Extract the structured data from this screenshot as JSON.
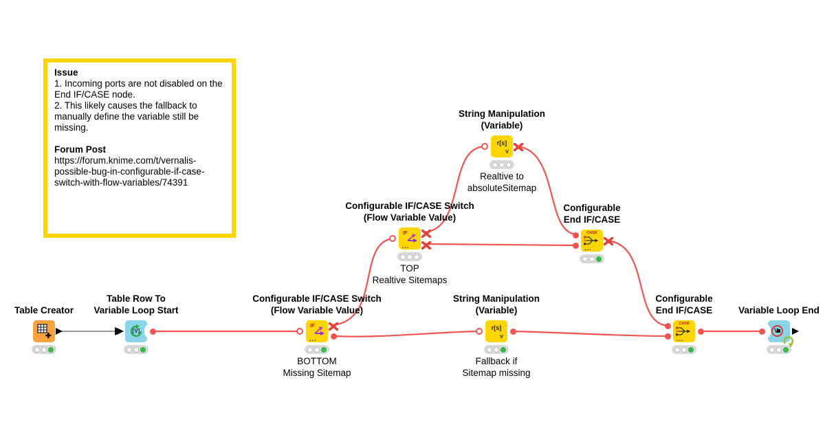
{
  "colors": {
    "connection_flow_variable": "#F1544E",
    "connection_data": "#9B9B9B",
    "node_yellow": "#FFD504",
    "node_orange": "#F7A23D",
    "node_cyan": "#8BD4E7",
    "annotation_border": "#FFD500",
    "status_executed_green": "#3EB648"
  },
  "annotation": {
    "lines": [
      {
        "text": "Issue"
      },
      {
        "text": "1. Incoming ports are not disabled on the"
      },
      {
        "text": "End IF/CASE node."
      },
      {
        "text": "2. This likely causes the fallback to"
      },
      {
        "text": "manually define the variable still be"
      },
      {
        "text": "missing."
      },
      {
        "text": ""
      },
      {
        "text": "Forum Post"
      },
      {
        "text": "https://forum.knime.com/t/vernalis-"
      },
      {
        "text": "possible-bug-in-configurable-if-case-"
      },
      {
        "text": "switch-with-flow-variables/74391"
      }
    ]
  },
  "nodes": {
    "table_creator": {
      "title1": "Table Creator",
      "title2": "",
      "comment1": "",
      "comment2": "",
      "icon": "table-plus-icon",
      "status_dot": "green"
    },
    "loop_start": {
      "title1": "Table Row To",
      "title2": "Variable Loop Start",
      "comment1": "",
      "comment2": "",
      "icon": "loop-start-icon",
      "icon_label": "[V]",
      "status_dot": "green"
    },
    "bottom_switch": {
      "title1": "Configurable IF/CASE Switch",
      "title2": "(Flow Variable Value)",
      "comment1": "BOTTOM",
      "comment2": "Missing Sitemap",
      "icon": "if-case-switch-icon",
      "icon_label": "IF",
      "icon_dots": "...",
      "status_dot": "green"
    },
    "top_switch": {
      "title1": "Configurable IF/CASE Switch",
      "title2": "(Flow Variable Value)",
      "comment1": "TOP",
      "comment2": "Realtive Sitemaps",
      "icon": "if-case-switch-icon",
      "icon_label": "IF",
      "icon_dots": "...",
      "status_dot": "off"
    },
    "string_manip_top": {
      "title1": "String Manipulation",
      "title2": "(Variable)",
      "comment1": "Realtive to",
      "comment2": "absoluteSitemap",
      "icon": "string-manipulation-variable-icon",
      "icon_label": "r[s]",
      "icon_sub": "V",
      "status_dot": "off"
    },
    "string_manip_bottom": {
      "title1": "String Manipulation",
      "title2": "(Variable)",
      "comment1": "Fallback if",
      "comment2": "Sitemap missing",
      "icon": "string-manipulation-variable-icon",
      "icon_label": "r[s]",
      "icon_sub": "V",
      "status_dot": "green"
    },
    "end_case_top": {
      "title1": "Configurable",
      "title2": "End IF/CASE",
      "comment1": "",
      "comment2": "",
      "icon": "end-if-case-icon",
      "icon_label": "CASE",
      "icon_dots": "...",
      "status_dot": "green"
    },
    "end_case_bottom": {
      "title1": "Configurable",
      "title2": "End IF/CASE",
      "comment1": "",
      "comment2": "",
      "icon": "end-if-case-icon",
      "icon_label": "CASE",
      "icon_dots": "...",
      "status_dot": "green"
    },
    "loop_end": {
      "title1": "Variable Loop End",
      "title2": "",
      "comment1": "",
      "comment2": "",
      "icon": "loop-end-icon",
      "icon_label": "V",
      "status_dot": "green"
    }
  }
}
